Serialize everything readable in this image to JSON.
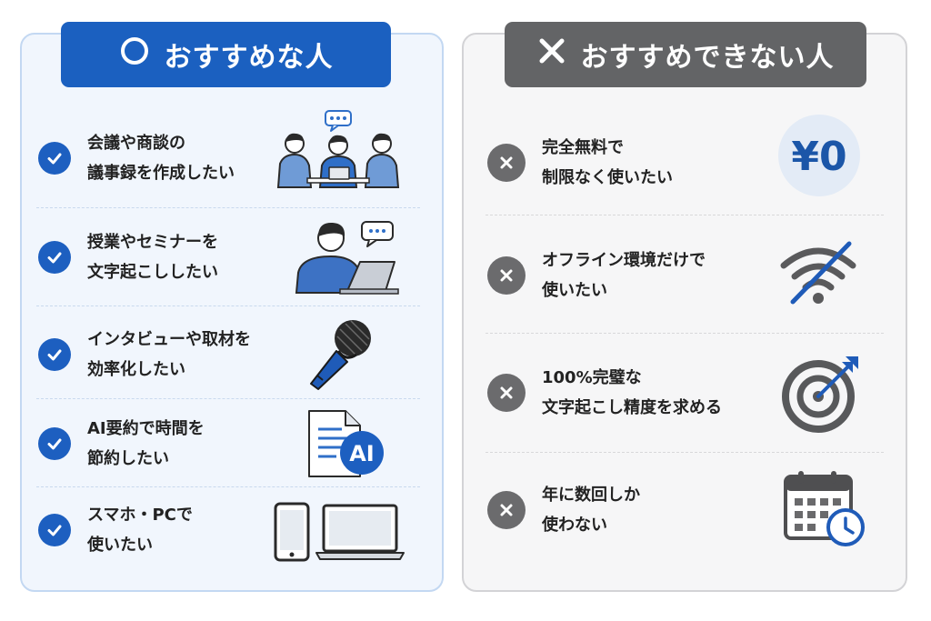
{
  "left_panel": {
    "title": "おすすめな人",
    "items": [
      {
        "line1": "会議や商談の",
        "line2": "議事録を作成したい",
        "illustration": "meeting-people-icon"
      },
      {
        "line1": "授業やセミナーを",
        "line2": "文字起こししたい",
        "illustration": "person-laptop-icon"
      },
      {
        "line1": "インタビューや取材を",
        "line2": "効率化したい",
        "illustration": "microphone-icon"
      },
      {
        "line1": "AI要約で時間を",
        "line2": "節約したい",
        "illustration": "ai-document-icon"
      },
      {
        "line1": "スマホ・PCで",
        "line2": "使いたい",
        "illustration": "devices-icon"
      }
    ]
  },
  "right_panel": {
    "title": "おすすめできない人",
    "items": [
      {
        "line1": "完全無料で",
        "line2": "制限なく使いたい",
        "illustration": "yen-zero-icon"
      },
      {
        "line1": "オフライン環境だけで",
        "line2": "使いたい",
        "illustration": "no-wifi-icon"
      },
      {
        "line1": "100%完璧な",
        "line2": "文字起こし精度を求める",
        "illustration": "target-icon"
      },
      {
        "line1": "年に数回しか",
        "line2": "使わない",
        "illustration": "calendar-clock-icon"
      }
    ]
  },
  "yen_label": "¥0",
  "ai_label": "AI",
  "colors": {
    "blue": "#1b60c0",
    "gray": "#636466",
    "left_bg": "#f1f6fd",
    "right_bg": "#f6f6f7"
  }
}
